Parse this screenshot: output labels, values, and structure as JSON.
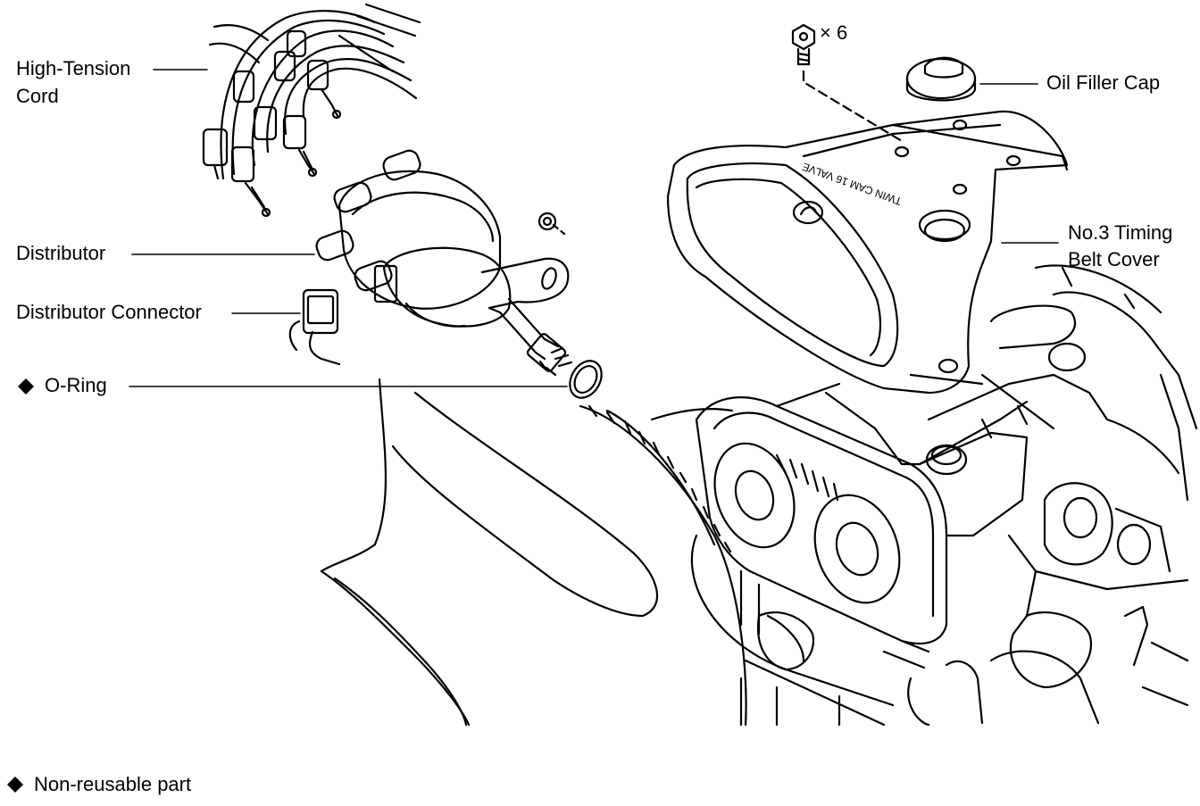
{
  "labels": {
    "high_tension_cord_line1": "High-Tension",
    "high_tension_cord_line2": "Cord",
    "distributor": "Distributor",
    "distributor_connector": "Distributor Connector",
    "o_ring": "O-Ring",
    "bolt_count": "× 6",
    "oil_filler_cap": "Oil Filler Cap",
    "timing_belt_cover_line1": "No.3 Timing",
    "timing_belt_cover_line2": "Belt Cover",
    "cover_logo_text": "TWIN CAM 16 VALVE",
    "legend": "Non-reusable part"
  },
  "symbols": {
    "non_reusable_marker": "diamond-icon"
  },
  "colors": {
    "ink": "#000000",
    "paper": "#ffffff"
  }
}
